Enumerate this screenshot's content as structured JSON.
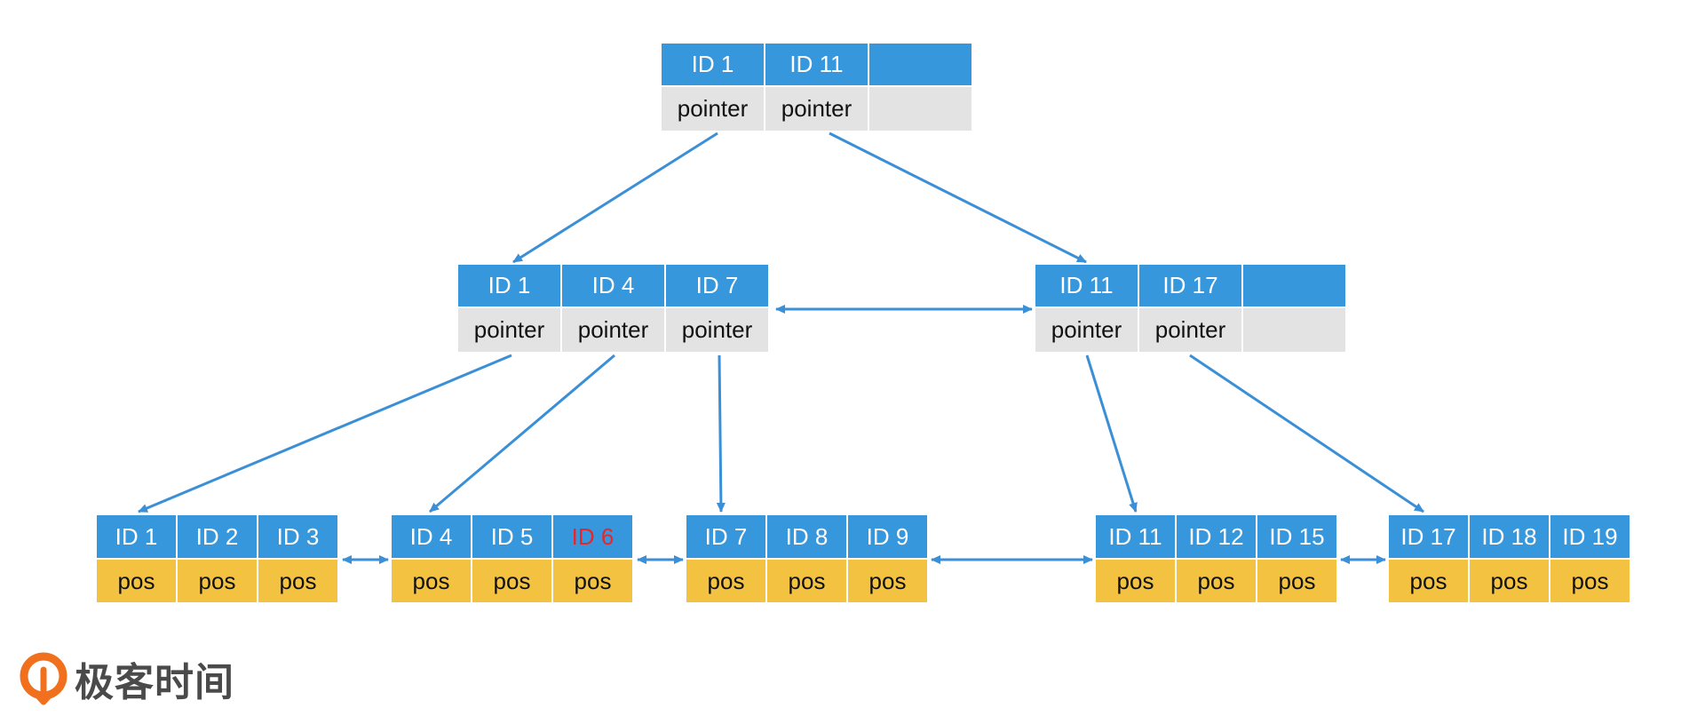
{
  "colors": {
    "key_bg": "#3797dc",
    "pointer_bg": "#e4e3e4",
    "pos_bg": "#f4c241",
    "arrow": "#3a8fd6",
    "highlight": "#e8262b"
  },
  "root": {
    "keys": [
      "ID 1",
      "ID 11",
      ""
    ],
    "ptrs": [
      "pointer",
      "pointer",
      ""
    ]
  },
  "internal_left": {
    "keys": [
      "ID 1",
      "ID 4",
      "ID 7"
    ],
    "ptrs": [
      "pointer",
      "pointer",
      "pointer"
    ]
  },
  "internal_right": {
    "keys": [
      "ID 11",
      "ID 17",
      ""
    ],
    "ptrs": [
      "pointer",
      "pointer",
      ""
    ]
  },
  "leaves": [
    {
      "keys": [
        "ID 1",
        "ID 2",
        "ID 3"
      ],
      "ptrs": [
        "pos",
        "pos",
        "pos"
      ]
    },
    {
      "keys": [
        "ID 4",
        "ID 5",
        "ID 6"
      ],
      "ptrs": [
        "pos",
        "pos",
        "pos"
      ],
      "highlight_key": "ID 6"
    },
    {
      "keys": [
        "ID 7",
        "ID 8",
        "ID 9"
      ],
      "ptrs": [
        "pos",
        "pos",
        "pos"
      ]
    },
    {
      "keys": [
        "ID 11",
        "ID 12",
        "ID 15"
      ],
      "ptrs": [
        "pos",
        "pos",
        "pos"
      ]
    },
    {
      "keys": [
        "ID 17",
        "ID 18",
        "ID 19"
      ],
      "ptrs": [
        "pos",
        "pos",
        "pos"
      ]
    }
  ],
  "logo": {
    "icon": "geektime-logo-icon",
    "text": "极客时间"
  }
}
